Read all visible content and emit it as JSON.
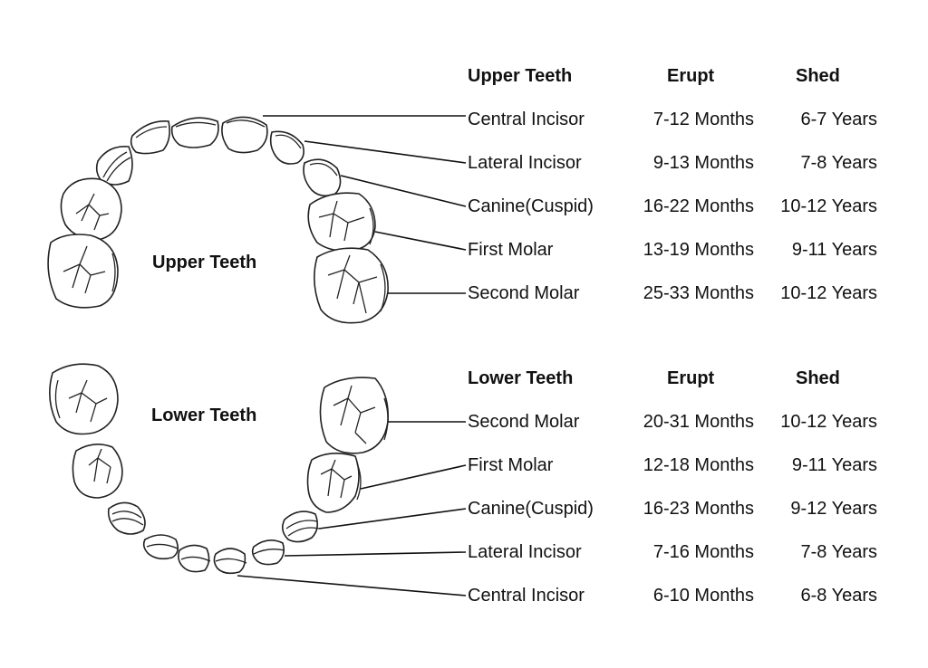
{
  "upper": {
    "jaw_label": "Upper Teeth",
    "header": {
      "name": "Upper Teeth",
      "erupt": "Erupt",
      "shed": "Shed"
    },
    "rows": [
      {
        "name": "Central Incisor",
        "erupt": "7-12 Months",
        "shed": "6-7 Years"
      },
      {
        "name": "Lateral Incisor",
        "erupt": "9-13 Months",
        "shed": "7-8 Years"
      },
      {
        "name": "Canine(Cuspid)",
        "erupt": "16-22 Months",
        "shed": "10-12 Years"
      },
      {
        "name": "First Molar",
        "erupt": "13-19 Months",
        "shed": "9-11 Years"
      },
      {
        "name": "Second Molar",
        "erupt": "25-33 Months",
        "shed": "10-12 Years"
      }
    ]
  },
  "lower": {
    "jaw_label": "Lower Teeth",
    "header": {
      "name": "Lower Teeth",
      "erupt": "Erupt",
      "shed": "Shed"
    },
    "rows": [
      {
        "name": "Second Molar",
        "erupt": "20-31 Months",
        "shed": "10-12 Years"
      },
      {
        "name": "First Molar",
        "erupt": "12-18 Months",
        "shed": "9-11 Years"
      },
      {
        "name": "Canine(Cuspid)",
        "erupt": "16-23 Months",
        "shed": "9-12 Years"
      },
      {
        "name": "Lateral Incisor",
        "erupt": "7-16 Months",
        "shed": "7-8 Years"
      },
      {
        "name": "Central Incisor",
        "erupt": "6-10 Months",
        "shed": "6-8 Years"
      }
    ]
  }
}
